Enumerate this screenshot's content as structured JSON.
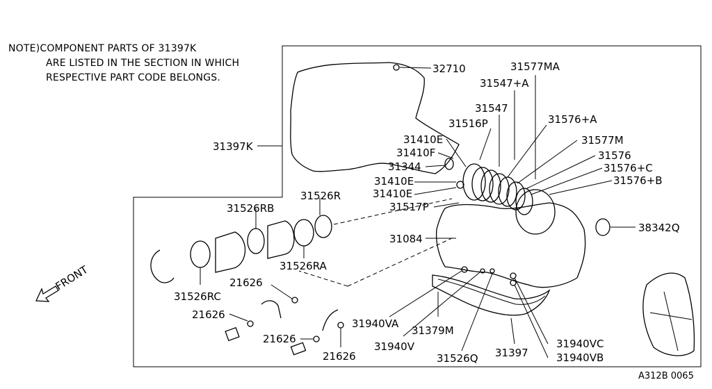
{
  "note": {
    "line1": "NOTE)COMPONENT PARTS OF  31397K",
    "line2": "ARE LISTED IN THE SECTION IN WHICH",
    "line3": "RESPECTIVE PART CODE BELONGS."
  },
  "front_label": "FRONT",
  "reference_code": "A312B 0065",
  "parts": {
    "p32710": "32710",
    "p31577MA": "31577MA",
    "p31547A": "31547+A",
    "p31547": "31547",
    "p31516P": "31516P",
    "p31576A": "31576+A",
    "p31410E_1": "31410E",
    "p31577M": "31577M",
    "p31410F": "31410F",
    "p31576": "31576",
    "p31344": "31344",
    "p31576C": "31576+C",
    "p31410E_2": "31410E",
    "p31576B": "31576+B",
    "p31410E_3": "31410E",
    "p31397K": "31397K",
    "p31526R": "31526R",
    "p31517P": "31517P",
    "p31526RB": "31526RB",
    "p38342Q": "38342Q",
    "p31084": "31084",
    "p31526RA": "31526RA",
    "p21626_1": "21626",
    "p31526RC": "31526RC",
    "p21626_2": "21626",
    "p31940VA": "31940VA",
    "p31379M": "31379M",
    "p31940V": "31940V",
    "p21626_3": "21626",
    "p31940VC": "31940VC",
    "p31397": "31397",
    "p21626_4": "21626",
    "p31526Q": "31526Q",
    "p31940VB": "31940VB"
  }
}
